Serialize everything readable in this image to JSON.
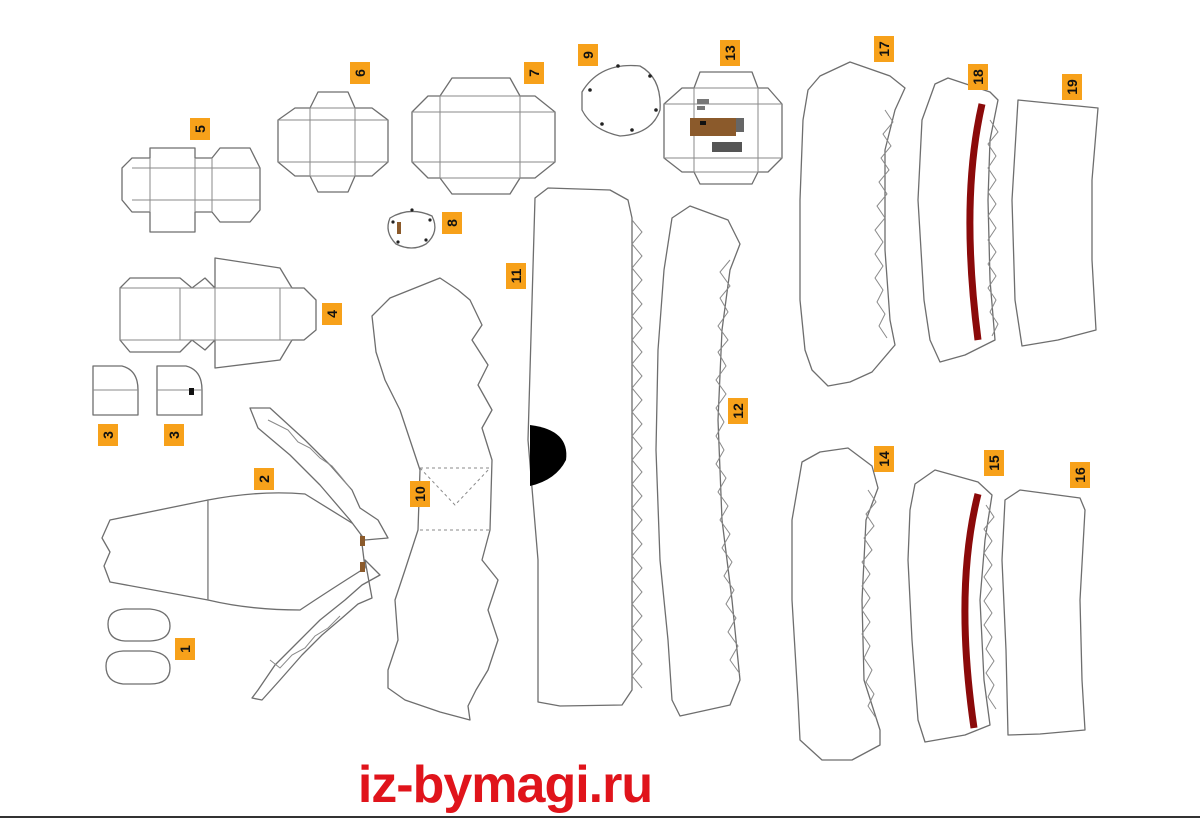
{
  "footer": {
    "site": "iz-bymagi.ru"
  },
  "colors": {
    "label_bg": "#f7a11a",
    "footer_text": "#e0141b",
    "outline": "#6e6e6e",
    "accent_red": "#8b0a0a",
    "accent_brown": "#8b5a2b",
    "mouth_black": "#000000",
    "rule": "#333333"
  },
  "parts": [
    {
      "id": "1",
      "label": "1"
    },
    {
      "id": "2",
      "label": "2"
    },
    {
      "id": "3a",
      "label": "3"
    },
    {
      "id": "3b",
      "label": "3"
    },
    {
      "id": "4",
      "label": "4"
    },
    {
      "id": "5",
      "label": "5"
    },
    {
      "id": "6",
      "label": "6"
    },
    {
      "id": "7",
      "label": "7"
    },
    {
      "id": "8",
      "label": "8"
    },
    {
      "id": "9",
      "label": "9"
    },
    {
      "id": "10",
      "label": "10"
    },
    {
      "id": "11",
      "label": "11"
    },
    {
      "id": "12",
      "label": "12"
    },
    {
      "id": "13",
      "label": "13"
    },
    {
      "id": "14",
      "label": "14"
    },
    {
      "id": "15",
      "label": "15"
    },
    {
      "id": "16",
      "label": "16"
    },
    {
      "id": "17",
      "label": "17"
    },
    {
      "id": "18",
      "label": "18"
    },
    {
      "id": "19",
      "label": "19"
    }
  ]
}
